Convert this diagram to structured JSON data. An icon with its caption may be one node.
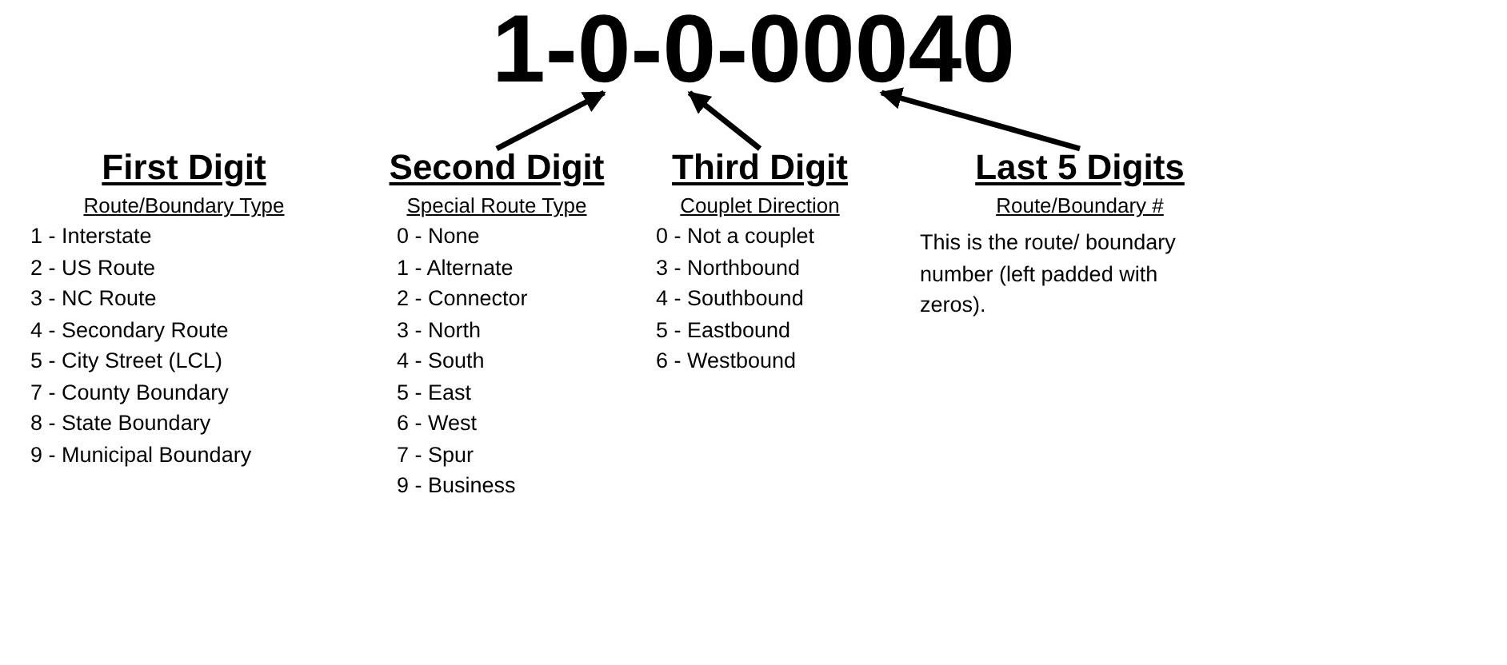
{
  "diagram": {
    "title": "1-0-0-00040",
    "nodes": [
      {
        "text": [
          "First Digit",
          "Route/Boundary Type",
          "1 - Interstate",
          "2 - US Route",
          "3 - NC Route",
          "4 - Secondary Route",
          "5 - City Street (LCL)",
          "7 - County Boundary",
          "8 - State Boundary",
          "9 - Municipal Boundary"
        ]
      },
      {
        "text": [
          "Second Digit",
          "Special Route Type",
          "0 - None",
          "1 - Alternate",
          "2 - Connector",
          "3 - North",
          "4 - South",
          "5 - East",
          "6 - West",
          "7 - Spur",
          "9 - Business"
        ]
      },
      {
        "text": [
          "Third Digit",
          "Couplet Direction",
          "0 - Not a couplet",
          "3 - Northbound",
          "4 - Southbound",
          "5 - Eastbound",
          "6 - Westbound"
        ]
      },
      {
        "text": [
          "Last 5 Digits",
          "Route/Boundary #",
          "This is the route/ boundary number (left padded with zeros)."
        ]
      }
    ],
    "edges": [
      {
        "from": 1,
        "to": null,
        "arrow": "to"
      },
      {
        "from": 2,
        "to": null,
        "arrow": "to"
      },
      {
        "from": 3,
        "to": null,
        "arrow": "to"
      }
    ]
  }
}
